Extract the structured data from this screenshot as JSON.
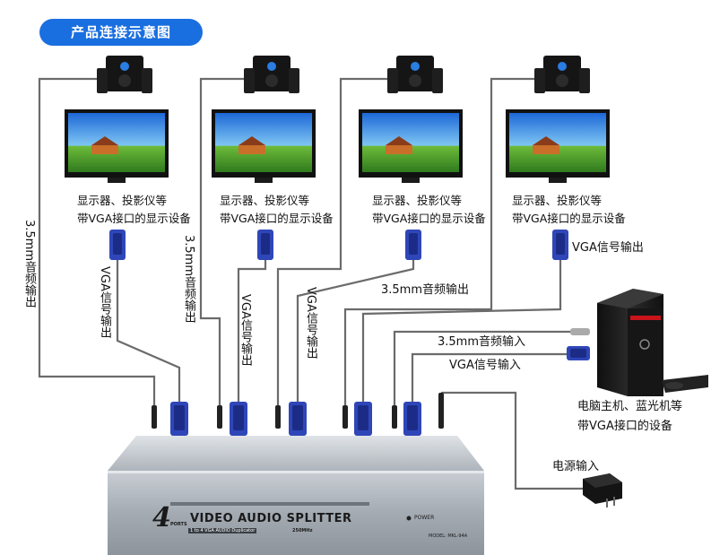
{
  "title": "产品连接示意图",
  "monitors": [
    {
      "caption_line1": "显示器、投影仪等",
      "caption_line2": "带VGA接口的显示设备"
    },
    {
      "caption_line1": "显示器、投影仪等",
      "caption_line2": "带VGA接口的显示设备"
    },
    {
      "caption_line1": "显示器、投影仪等",
      "caption_line2": "带VGA接口的显示设备"
    },
    {
      "caption_line1": "显示器、投影仪等",
      "caption_line2": "带VGA接口的显示设备"
    }
  ],
  "labels": {
    "audio_out": "3.5mm音频输出",
    "vga_out": "VGA信号输出",
    "audio_in": "3.5mm音频输入",
    "vga_in": "VGA信号输入",
    "power_in": "电源输入",
    "source_line1": "电脑主机、蓝光机等",
    "source_line2": "带VGA接口的设备"
  },
  "device": {
    "big_4": "4",
    "ports_word": "PORTS",
    "name": "VIDEO AUDIO SPLITTER",
    "sub": "1 to 4 VGA AUDIO Duplicator",
    "freq": "250MHz",
    "power": "POWER",
    "model": "MODEL: MKL-94A"
  },
  "colors": {
    "title_bg": "#1a6fe0",
    "vga_blue": "#2f46b8",
    "vga_blue_dark": "#1c2c86",
    "cable": "#666666",
    "device_body": "#b9bfc6",
    "device_face": "#9aa1a9"
  }
}
